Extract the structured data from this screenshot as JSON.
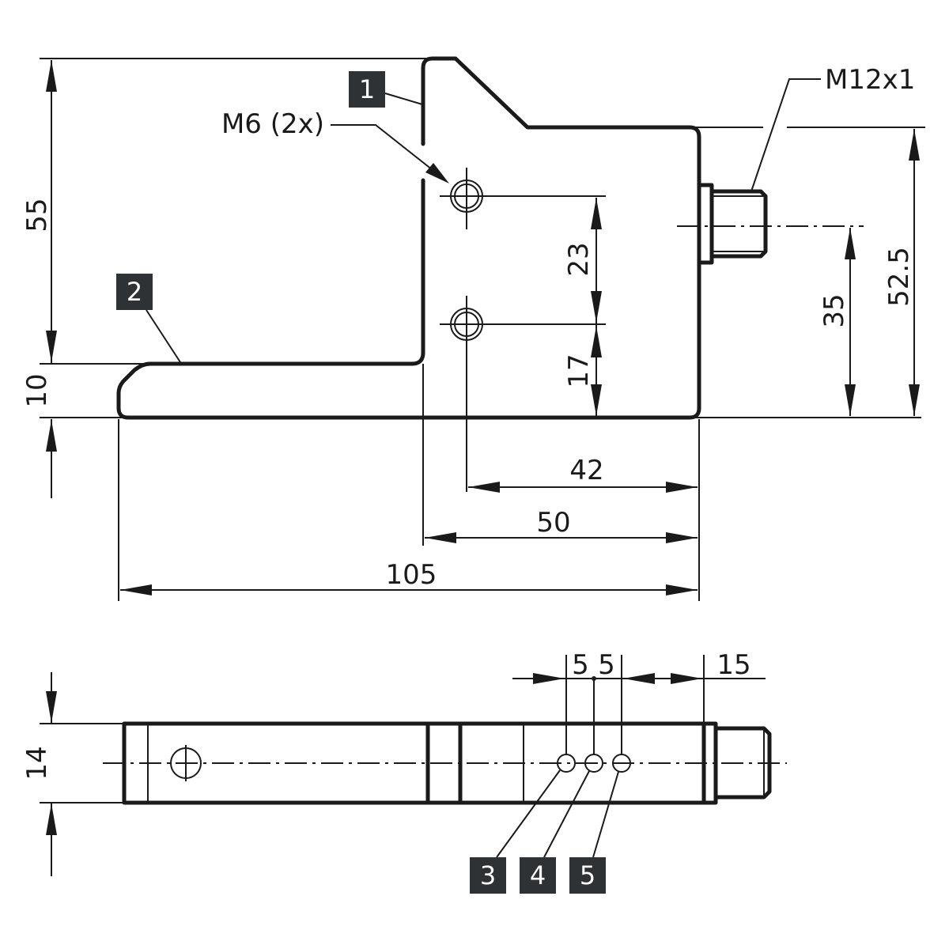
{
  "side_view": {
    "dimensions": {
      "height_total": "55",
      "foot_height": "10",
      "hole_spacing": "23",
      "hole_bottom": "17",
      "connector_height": "35",
      "body_height": "52.5",
      "hole_offset": "42",
      "body_width": "50",
      "total_length": "105"
    },
    "labels": {
      "thread_holes": "M6 (2x)",
      "connector_thread": "M12x1"
    },
    "callouts": [
      "1",
      "2"
    ]
  },
  "top_view": {
    "dimensions": {
      "width": "14",
      "led_spacing_a": "5",
      "led_spacing_b": "5",
      "connector_offset": "15"
    },
    "callouts": [
      "3",
      "4",
      "5"
    ]
  }
}
